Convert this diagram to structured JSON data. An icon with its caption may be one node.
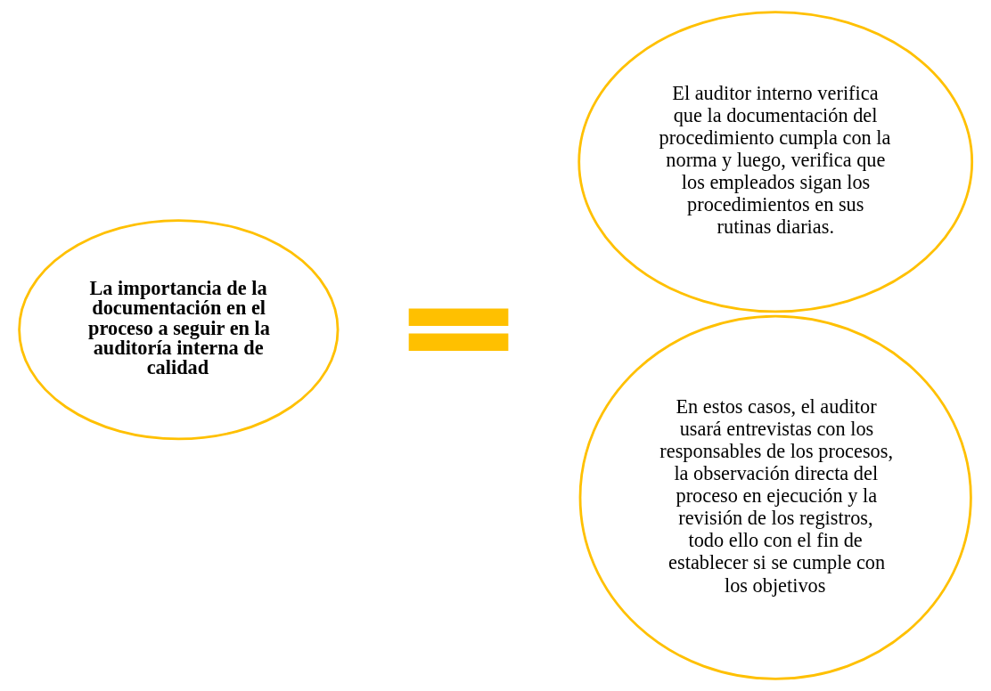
{
  "diagram": {
    "nodes": [
      {
        "text": [
          "La importancia de la documentación en el proceso a seguir en la auditoría interna de calidad"
        ]
      },
      {
        "text": [],
        "shape": "equals"
      },
      {
        "text": [
          "El auditor interno verifica que la documentación del procedimiento cumpla con la norma y luego, verifica que los empleados sigan los procedimientos en sus rutinas diarias."
        ]
      },
      {
        "text": [
          "En estos casos, el auditor usará entrevistas con los responsables de los procesos, la observación directa del proceso en ejecución y la revisión de los registros, todo ello con el fin de establecer si se cumple con los objetivos"
        ]
      }
    ]
  }
}
